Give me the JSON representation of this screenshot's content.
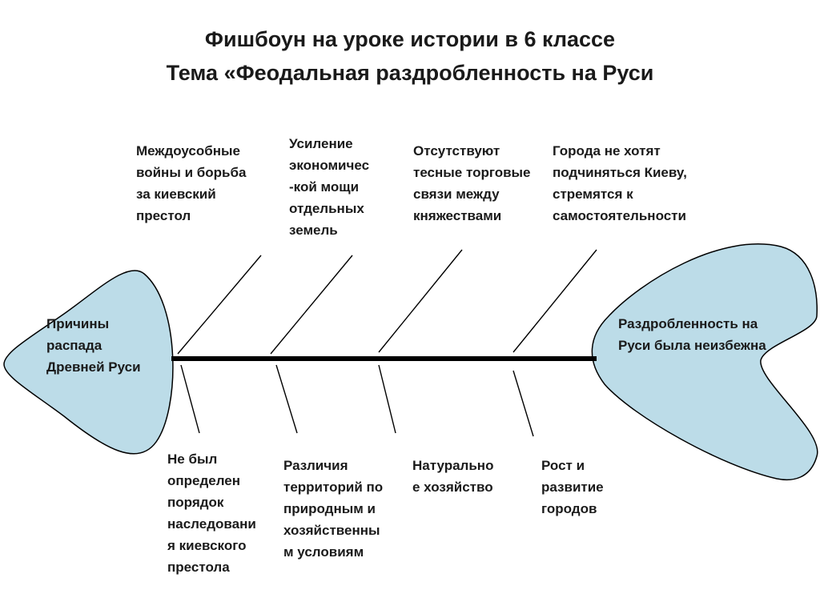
{
  "title": {
    "line1": "Фишбоун на уроке истории в 6 классе",
    "line2": "Тема «Феодальная раздробленность на Руси"
  },
  "head": {
    "label": "Причины\nраспада\nДревней Руси"
  },
  "tail": {
    "label": "Раздробленность на\nРуси была неизбежна"
  },
  "top_bones": [
    "Междоусобные\nвойны и борьба\nза киевский\nпрестол",
    "Усиление\nэкономичес\n-кой мощи\nотдельных\nземель",
    "Отсутствуют\nтесные торговые\nсвязи между\nкняжествами",
    "Города не хотят\nподчиняться Киеву,\nстремятся к\nсамостоятельности"
  ],
  "bottom_bones": [
    "Не был\nопределен\nпорядок\nнаследовани\nя киевского\nпрестола",
    "Различия\nтерриторий по\nприродным и\nхозяйственны\nм условиям",
    "Натурально\nе хозяйство",
    "Рост и\nразвитие\nгородов"
  ],
  "colors": {
    "shape_fill": "#bcdce8",
    "outline": "#000000"
  }
}
